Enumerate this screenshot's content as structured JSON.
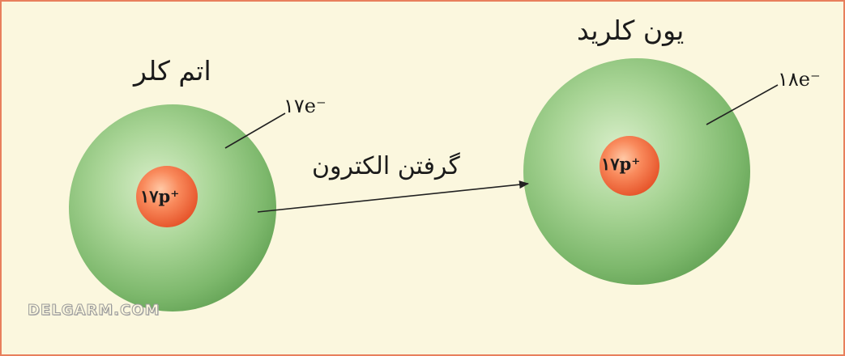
{
  "atom": {
    "title": "اتم کلر",
    "electrons": "۱۷e⁻",
    "protons": "۱۷p⁺"
  },
  "ion": {
    "title": "یون کلرید",
    "electrons": "۱۸e⁻",
    "protons": "۱۷p⁺"
  },
  "process_label": "گرفتن الکترون",
  "watermark": "DELGARM.COM",
  "colors": {
    "background": "#fbf7de",
    "border": "#e87f5c",
    "electron_cloud": "#8fc47f",
    "nucleus": "#ec5a2f"
  }
}
